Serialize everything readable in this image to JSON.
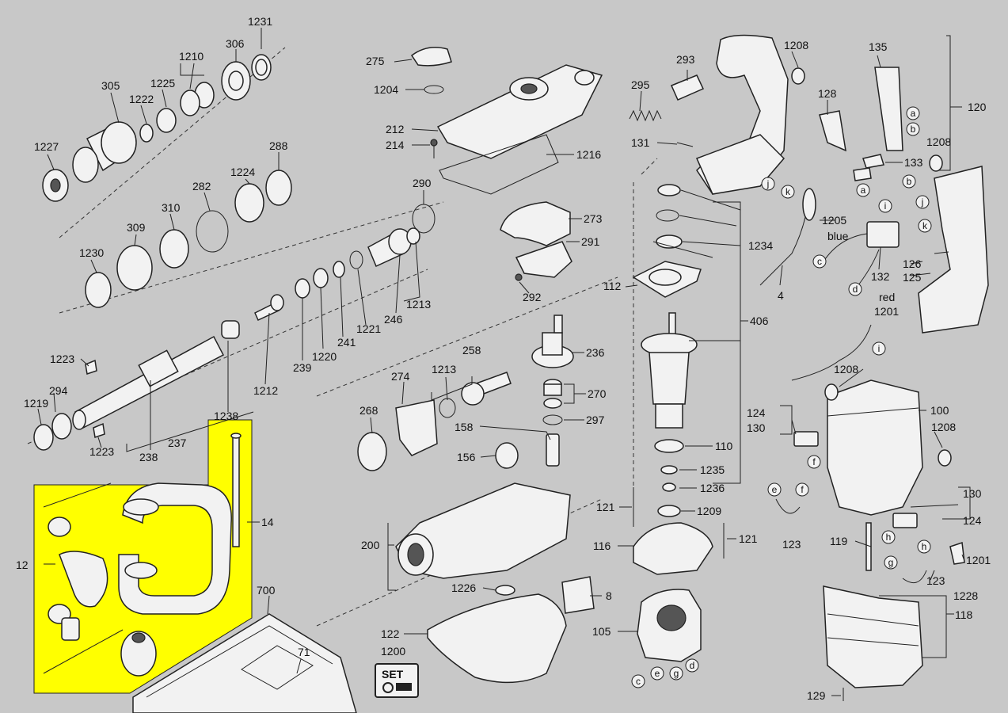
{
  "highlight_color": "#ffff00",
  "background_color": "#c8c8c8",
  "labels": {
    "p1231": "1231",
    "p306": "306",
    "p1210": "1210",
    "p305": "305",
    "p1225": "1225",
    "p1222": "1222",
    "p1227": "1227",
    "p288": "288",
    "p1224": "1224",
    "p282": "282",
    "p310": "310",
    "p309": "309",
    "p1230": "1230",
    "p1223a": "1223",
    "p294": "294",
    "p1219": "1219",
    "p1223b": "1223",
    "p238": "238",
    "p237": "237",
    "p1212": "1212",
    "p1238": "1238",
    "p239": "239",
    "p1220": "1220",
    "p241": "241",
    "p1221": "1221",
    "p246": "246",
    "p1213a": "1213",
    "p290": "290",
    "p275": "275",
    "p1204": "1204",
    "p212": "212",
    "p214": "214",
    "p1216": "1216",
    "p273": "273",
    "p291": "291",
    "p292": "292",
    "p258": "258",
    "p274": "274",
    "p1213b": "1213",
    "p236": "236",
    "p270": "270",
    "p297": "297",
    "p268": "268",
    "p158": "158",
    "p156": "156",
    "p14": "14",
    "p12": "12",
    "p700": "700",
    "p71": "71",
    "p200": "200",
    "p1226": "1226",
    "p8": "8",
    "p122": "122",
    "p1200": "1200",
    "p105": "105",
    "p116": "116",
    "p121a": "121",
    "p121b": "121",
    "p1209": "1209",
    "p1236": "1236",
    "p1235": "1235",
    "p110": "110",
    "p406": "406",
    "p112": "112",
    "p1234": "1234",
    "p293": "293",
    "p295": "295",
    "p131": "131",
    "p1208a": "1208",
    "p135": "135",
    "p128": "128",
    "p120": "120",
    "p133": "133",
    "p1208b": "1208",
    "p1205": "1205",
    "p4": "4",
    "p132": "132",
    "p126": "126",
    "p125": "125",
    "p1201a": "1201",
    "p1208c": "1208",
    "p100": "100",
    "p124a": "124",
    "p130a": "130",
    "p1208d": "1208",
    "p130b": "130",
    "p124b": "124",
    "p123a": "123",
    "p119": "119",
    "p1201b": "1201",
    "p123b": "123",
    "p1228": "1228",
    "p118": "118",
    "p129": "129",
    "blue": "blue",
    "red": "red",
    "set_badge": "SET"
  },
  "callouts": {
    "a1": "a",
    "b1": "b",
    "j1": "j",
    "k1": "k",
    "a2": "a",
    "i1": "i",
    "j2": "j",
    "k2": "k",
    "c1": "c",
    "d1": "d",
    "i2": "i",
    "f1": "f",
    "e1": "e",
    "f2": "f",
    "h1": "h",
    "h2": "h",
    "g1": "g",
    "c2": "c",
    "e2": "e",
    "g2": "g",
    "d2": "d",
    "b2": "b"
  }
}
